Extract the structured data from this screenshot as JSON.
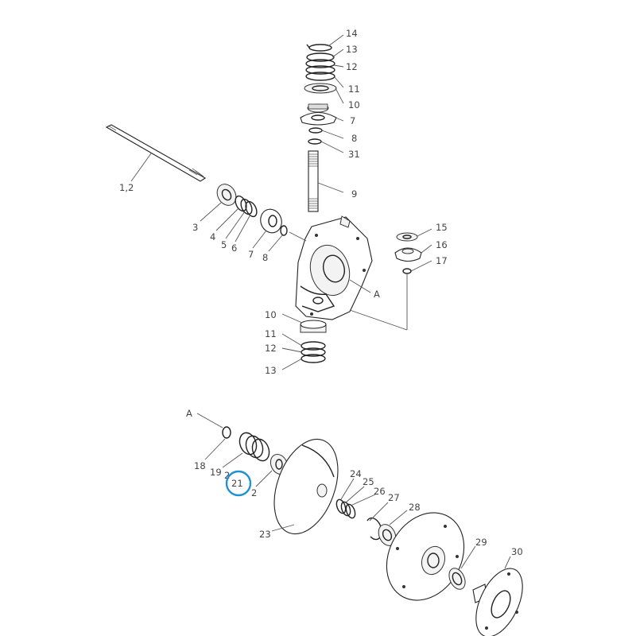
{
  "diagram": {
    "highlight_color": "#1e90d6",
    "highlighted_label": "21",
    "labels": {
      "l14": "14",
      "l13a": "13",
      "l12a": "12",
      "l11a": "11",
      "l10a": "10",
      "l7a": "7",
      "l8a": "8",
      "l31": "31",
      "l9": "9",
      "l12shaft": "1,2",
      "l3": "3",
      "l4": "4",
      "l5": "5",
      "l6": "6",
      "l7b": "7",
      "l8b": "8",
      "l15": "15",
      "l16": "16",
      "l17": "17",
      "lA1": "A",
      "l10b": "10",
      "l11b": "11",
      "l12b": "12",
      "l13b": "13",
      "lA2": "A",
      "l18": "18",
      "l19": "19",
      "l20": "2",
      "l21": "21",
      "l22": "2",
      "l23": "23",
      "l24": "24",
      "l25": "25",
      "l26": "26",
      "l27": "27",
      "l28": "28",
      "l29": "29",
      "l30": "30"
    }
  }
}
